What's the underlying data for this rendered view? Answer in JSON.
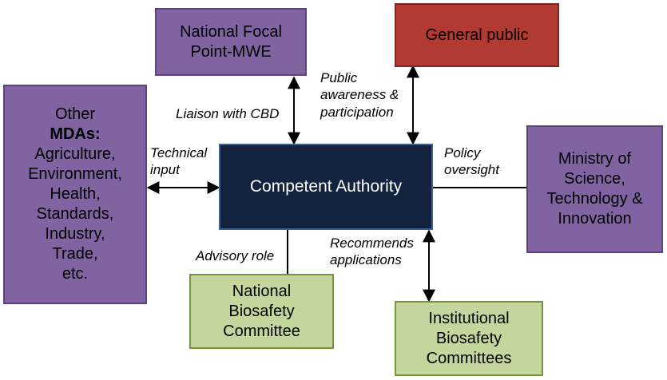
{
  "nodes": {
    "national_focal_point": {
      "lines": [
        "National Focal",
        "Point-MWE"
      ]
    },
    "general_public": {
      "lines": [
        "General public"
      ]
    },
    "other_mdas": {
      "lines": [
        "Other",
        "MDAs:",
        "Agriculture,",
        "Environment,",
        "Health,",
        "Standards,",
        "Industry,",
        "Trade,",
        "etc."
      ]
    },
    "competent_authority": {
      "lines": [
        "Competent Authority"
      ]
    },
    "ministry_of_science": {
      "lines": [
        "Ministry of",
        "Science,",
        "Technology &",
        "Innovation"
      ]
    },
    "national_biosafety": {
      "lines": [
        "National",
        "Biosafety",
        "Committee"
      ]
    },
    "institutional_biosafety": {
      "lines": [
        "Institutional",
        "Biosafety",
        "Committees"
      ]
    }
  },
  "edge_labels": {
    "liaison": "Liaison with CBD",
    "public_awareness": [
      "Public",
      "awareness &",
      "participation"
    ],
    "technical_input": [
      "Technical",
      "input"
    ],
    "policy_oversight": [
      "Policy",
      "oversight"
    ],
    "advisory_role": "Advisory role",
    "recommends": [
      "Recommends",
      "applications"
    ]
  },
  "colors": {
    "purple": "#8064a2",
    "red": "#b13a33",
    "navy": "#13233f",
    "green": "#c3d69b"
  }
}
